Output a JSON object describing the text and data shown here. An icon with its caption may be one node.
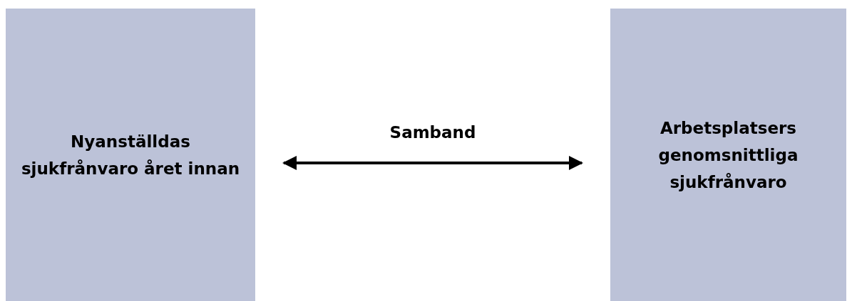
{
  "diagram": {
    "nodes": [
      {
        "text": [
          "Nyanställdas sjukfrånvaro året innan"
        ]
      },
      {
        "text": [
          "Arbetsplatsers genomsnittliga sjukfrånvaro"
        ]
      }
    ],
    "edges": [
      {
        "from": 0,
        "to": 1,
        "arrow": "both",
        "label": "Samband"
      }
    ]
  }
}
